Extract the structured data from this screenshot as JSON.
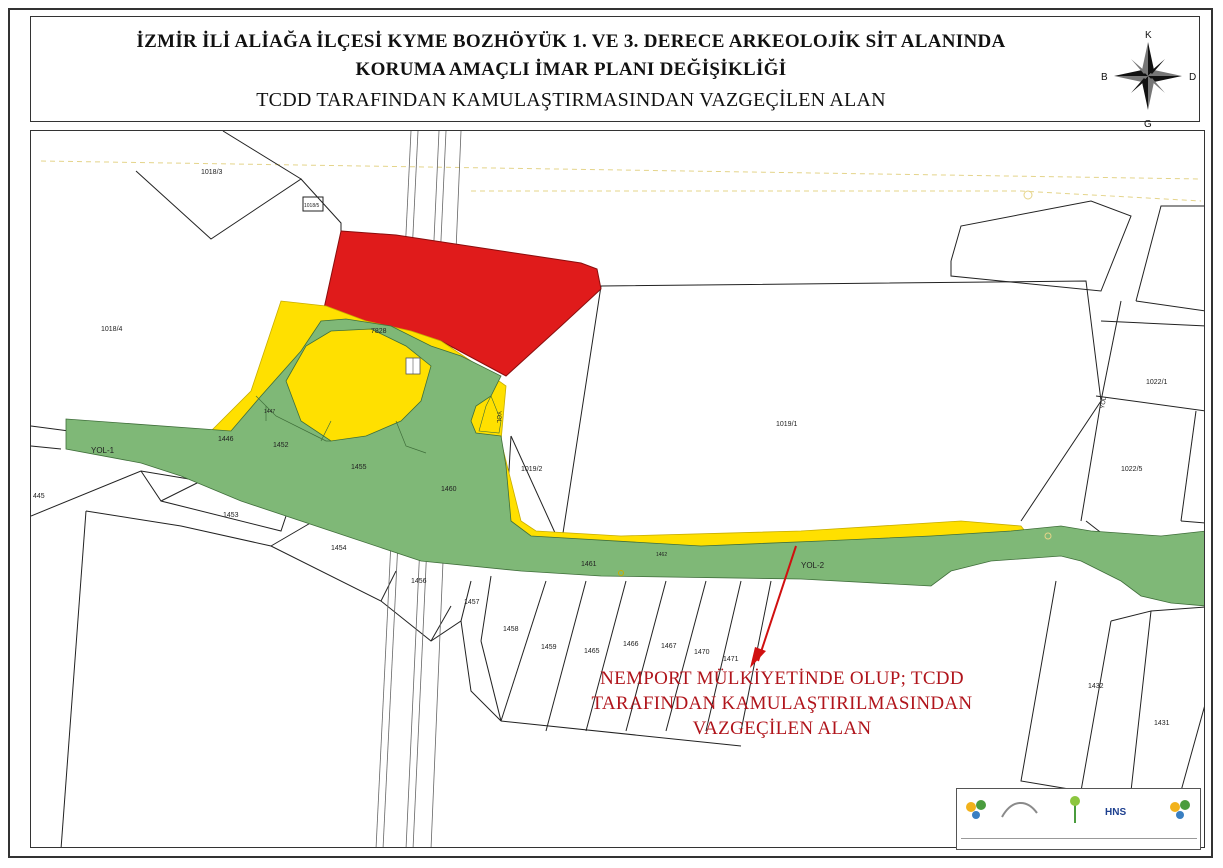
{
  "title": {
    "line1": "İZMİR İLİ ALİAĞA İLÇESİ KYME BOZHÖYÜK 1. VE 3. DERECE ARKEOLOJİK SİT ALANINDA",
    "line2": "KORUMA AMAÇLI İMAR PLANI DEĞİŞİKLİĞİ",
    "line3": "TCDD TARAFINDAN KAMULAŞTIRMASINDAN VAZGEÇİLEN ALAN"
  },
  "compass": {
    "north": "K",
    "south": "G",
    "east": "D",
    "west": "B"
  },
  "colors": {
    "red_area": "#e01b1b",
    "yellow_area": "#ffe000",
    "green_road": "#7fb877",
    "callout_text": "#b0141b",
    "arrow": "#d01010"
  },
  "parcels": {
    "p1018_3": "1018/3",
    "p1018_5": "1018/5",
    "p1018_4": "1018/4",
    "p7828": "7828",
    "p1019_1": "1019/1",
    "p1019_2": "1019/2",
    "p1022_1": "1022/1",
    "p1022_5": "1022/5",
    "p445": "445",
    "p1446": "1446",
    "p1447": "1447",
    "p1452": "1452",
    "p1453": "1453",
    "p1454": "1454",
    "p1455": "1455",
    "p1456": "1456",
    "p1457": "1457",
    "p1458": "1458",
    "p1459": "1459",
    "p1460": "1460",
    "p1461": "1461",
    "p1462": "1462",
    "p1465": "1465",
    "p1466": "1466",
    "p1467": "1467",
    "p1470": "1470",
    "p1471": "1471",
    "p1432": "1432",
    "p1431": "1431"
  },
  "roads": {
    "yol1": "YOL-1",
    "yol2": "YOL-2",
    "yol_v1": "YOL",
    "yol_v2": "YOL"
  },
  "callout": {
    "line1": "NEMPORT MÜLKİYETİNDE OLUP; TCDD",
    "line2": "TARAFINDAN KAMULAŞTIRILMASINDAN",
    "line3": "VAZGEÇİLEN ALAN"
  },
  "logos": {
    "hns": "HNS"
  }
}
